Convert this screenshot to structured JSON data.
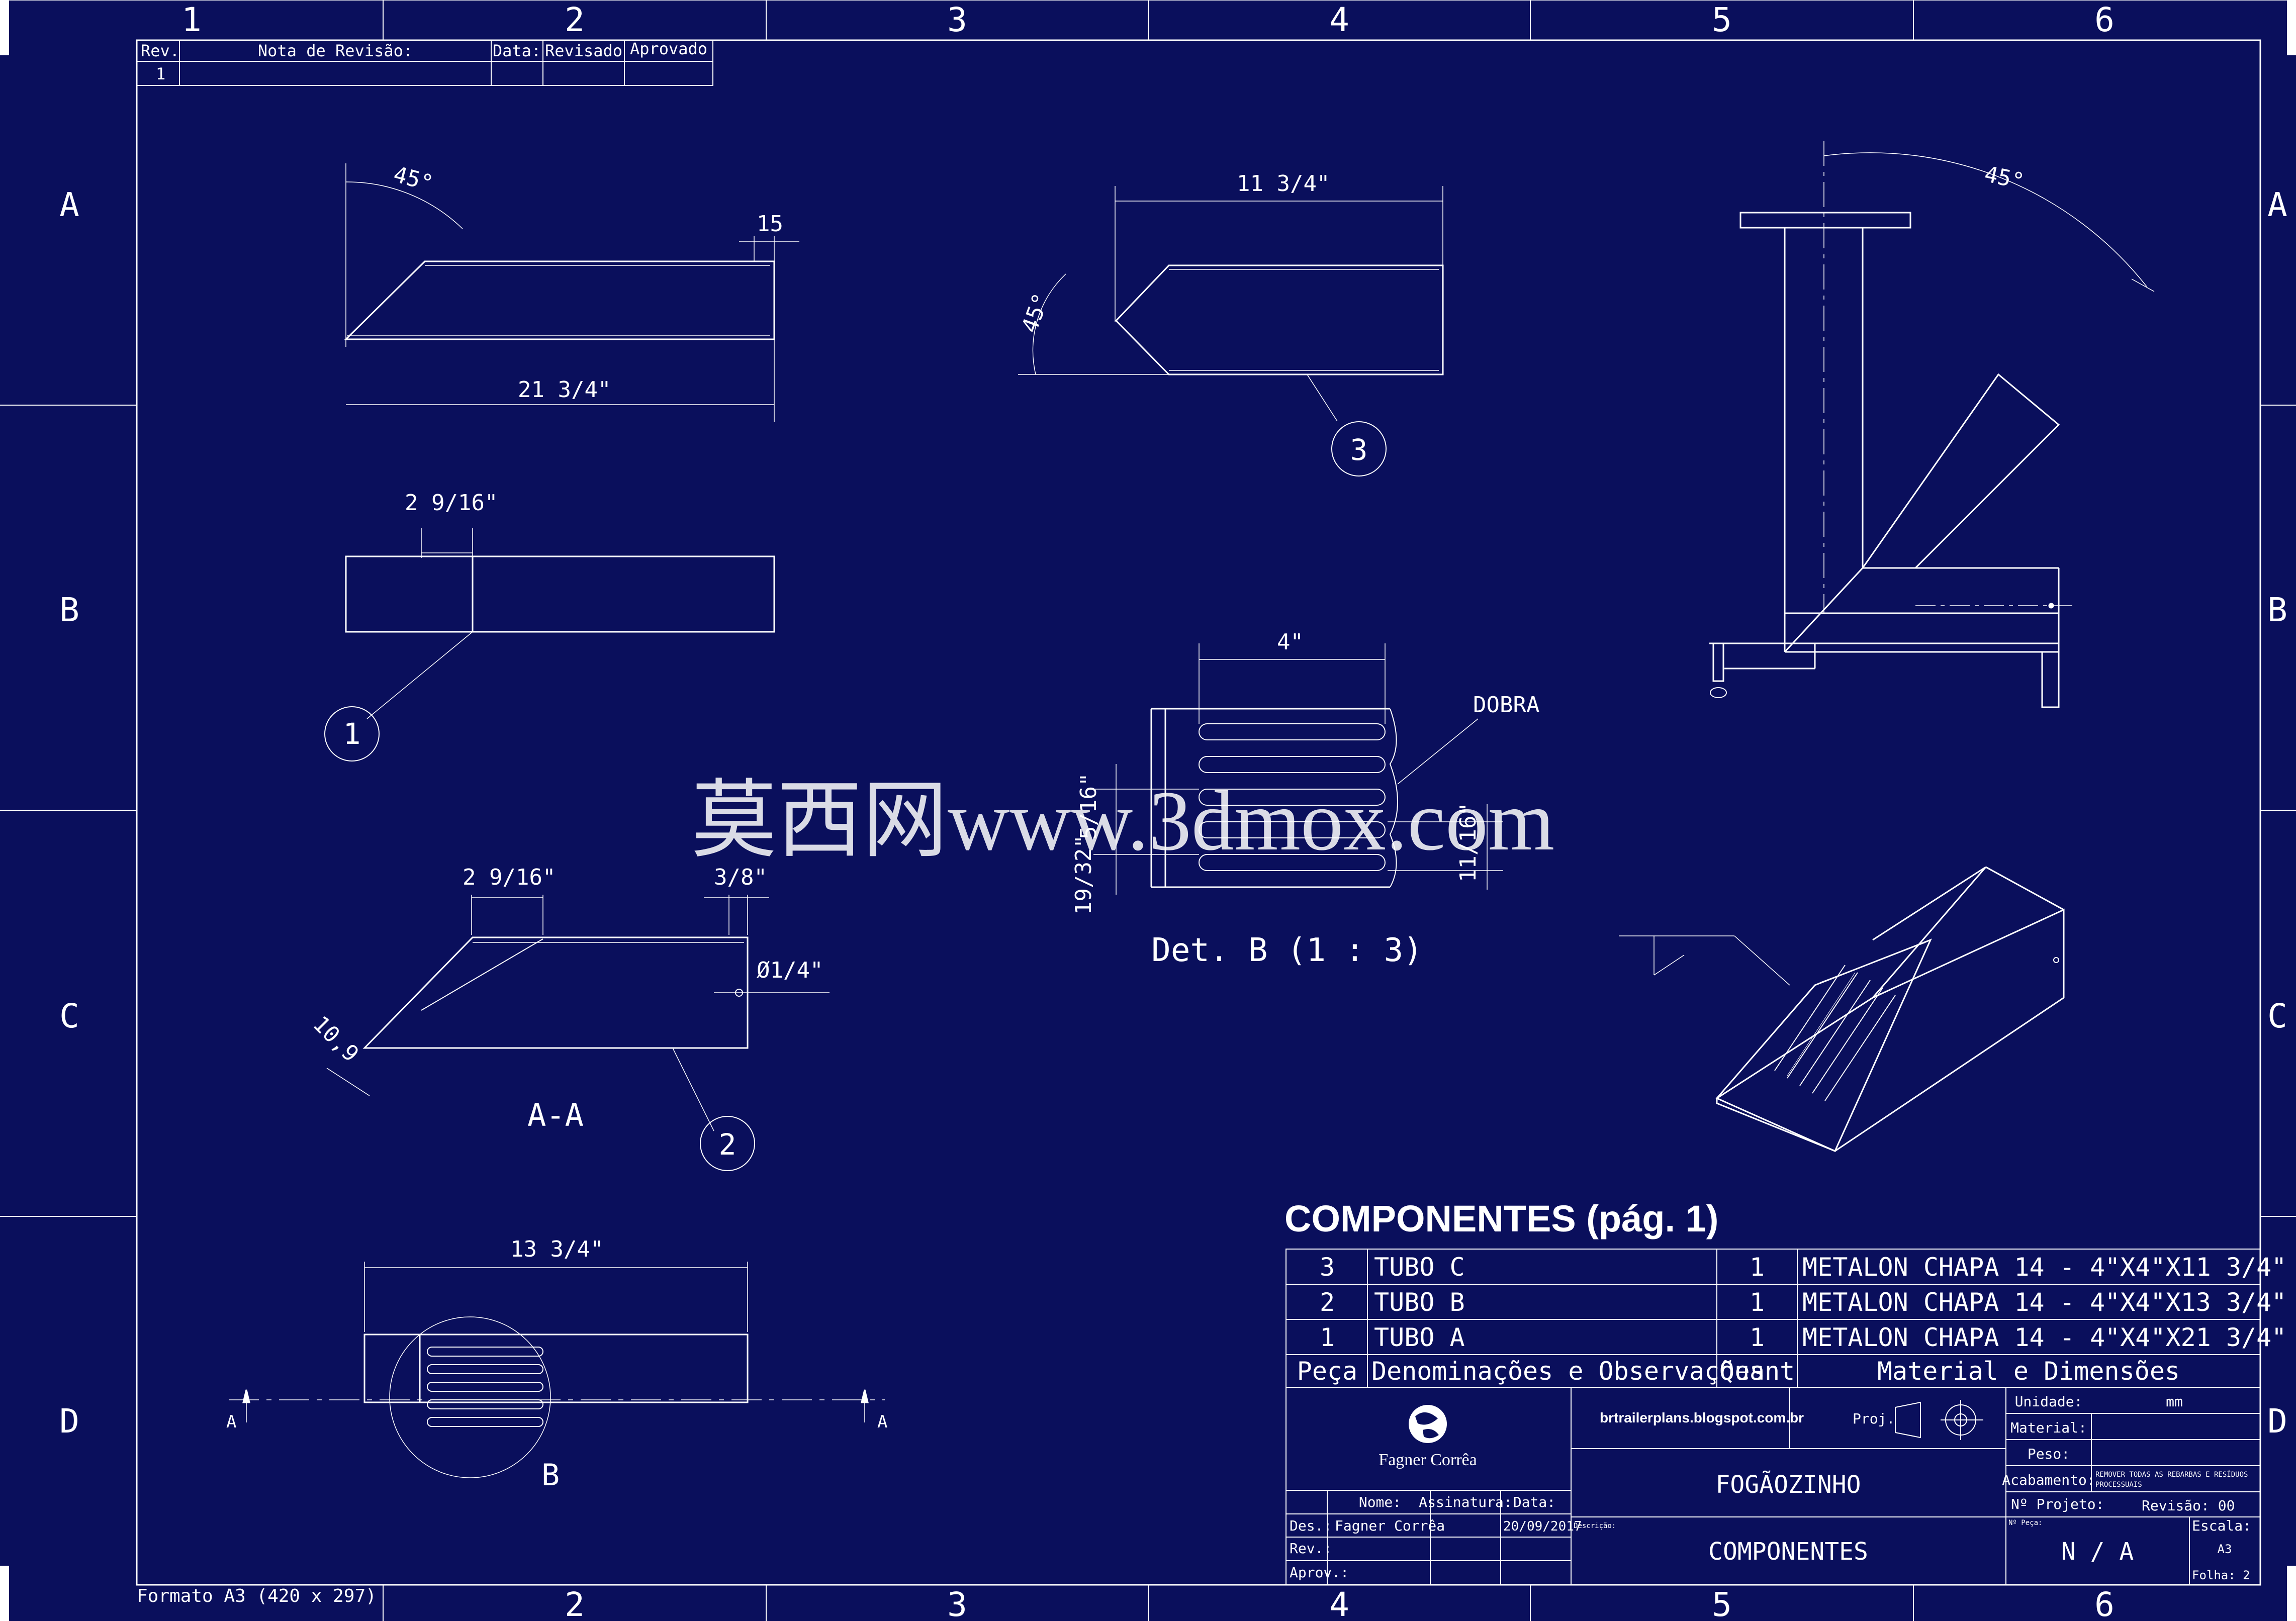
{
  "colors": {
    "background": "#0a0f5c",
    "line": "#ffffff",
    "watermark": "#b8bce0"
  },
  "zones": {
    "columns": [
      "1",
      "2",
      "3",
      "4",
      "5",
      "6"
    ],
    "rows": [
      "A",
      "B",
      "C",
      "D"
    ]
  },
  "revision_table": {
    "headers": [
      "Rev.",
      "Nota de Revisão:",
      "Data:",
      "Revisado",
      "Aprovado"
    ],
    "rows": [
      [
        "1",
        "",
        "",
        "",
        ""
      ]
    ]
  },
  "dimensions": {
    "top_left_angle": "45°",
    "top_left_end": "15",
    "top_left_length": "21 3/4\"",
    "mid_left_width": "2 9/16\"",
    "section_width": "2 9/16\"",
    "section_offset": "3/8\"",
    "section_hole": "Ø1/4\"",
    "section_chamfer": "10,9",
    "bottom_length": "13 3/4\"",
    "top_mid_length": "11 3/4\"",
    "top_mid_angle": "45°",
    "detail_width": "4\"",
    "detail_pitch": "5/16\"",
    "detail_slot": "19/32\"",
    "detail_gap": "11/16\"",
    "assembly_angle": "45°"
  },
  "labels": {
    "balloon_1": "1",
    "balloon_2": "2",
    "balloon_3": "3",
    "section_view": "A-A",
    "section_marker": "A",
    "detail_marker": "B",
    "detail_title": "Det. B (1 : 3)",
    "bend_note": "DOBRA",
    "paper_format": "Formato A3 (420 x 297)"
  },
  "watermark": "莫西网www.3dmox.com",
  "bom": {
    "title": "COMPONENTES (pág. 1)",
    "rows": [
      {
        "piece": "3",
        "name": "TUBO C",
        "qty": "1",
        "material": "METALON CHAPA 14 - 4\"X4\"X11 3/4\""
      },
      {
        "piece": "2",
        "name": "TUBO B",
        "qty": "1",
        "material": "METALON CHAPA 14 - 4\"X4\"X13 3/4\""
      },
      {
        "piece": "1",
        "name": "TUBO A",
        "qty": "1",
        "material": "METALON CHAPA 14 - 4\"X4\"X21 3/4\""
      }
    ],
    "headers": {
      "piece": "Peça",
      "name": "Denominações e Observações",
      "qty": "Quant",
      "material": "Material e Dimensões"
    }
  },
  "title_block": {
    "author_logo_text": "Fagner Corrêa",
    "website": "brtrailerplans.blogspot.com.br",
    "proj_label": "Proj.",
    "project_name": "FOGÃOZINHO",
    "description_label": "Descrição:",
    "description": "COMPONENTES",
    "sign_headers": {
      "name": "Nome:",
      "signature": "Assinatura:",
      "date": "Data:"
    },
    "des_label": "Des.:",
    "rev_label": "Rev.:",
    "aprov_label": "Aprov.:",
    "designer": "Fagner Corrêa",
    "date": "20/09/2017",
    "unit_label": "Unidade:",
    "unit": "mm",
    "material_label": "Material:",
    "weight_label": "Peso:",
    "finish_label": "Acabamento:",
    "finish_note_1": "REMOVER TODAS AS REBARBAS E RESÍDUOS",
    "finish_note_2": "PROCESSUAIS",
    "project_no_label": "Nº Projeto:",
    "revision_label": "Revisão: 00",
    "part_no_label": "Nº Peça:",
    "part_no": "N / A",
    "scale_label": "Escala:",
    "scale": "A3",
    "sheet_label": "Folha: 2"
  }
}
